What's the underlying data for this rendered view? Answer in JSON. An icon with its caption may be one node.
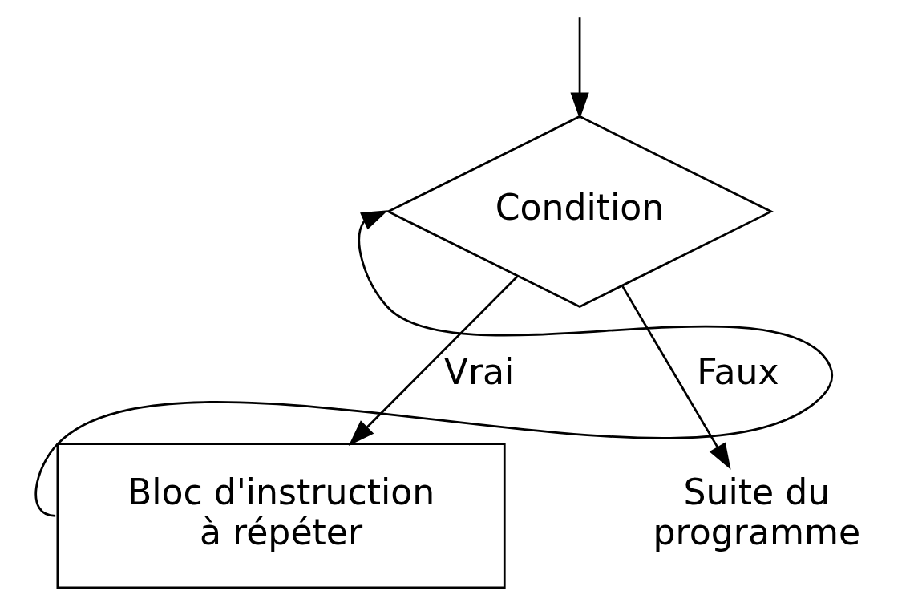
{
  "diagram": {
    "nodes": [
      {
        "text": [
          "Condition"
        ]
      },
      {
        "text": [
          "Bloc d'instruction à répéter"
        ]
      },
      {
        "text": [
          "Suite du programme"
        ]
      }
    ],
    "edges": [
      {
        "from": null,
        "to": 0,
        "arrow": "to"
      },
      {
        "from": 0,
        "to": 2,
        "label": "Faux",
        "arrow": "to"
      },
      {
        "from": 0,
        "to": 1,
        "label": "Vrai",
        "arrow": "to"
      },
      {
        "from": 1,
        "to": 0,
        "arrow": "to"
      }
    ]
  }
}
